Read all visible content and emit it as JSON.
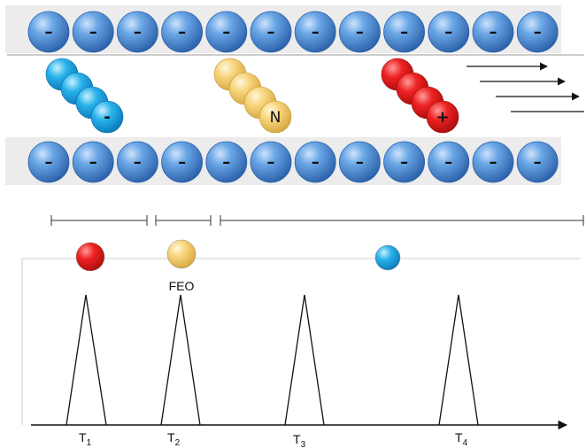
{
  "wall_bead_sign": "–",
  "wall_bead_count": 12,
  "analytes": [
    {
      "name": "negative-analyte",
      "color": "#22a6e4",
      "label": "-"
    },
    {
      "name": "neutral-analyte",
      "color": "#f5cf6e",
      "label": "N"
    },
    {
      "name": "positive-analyte",
      "color": "#e31e1e",
      "label": "+"
    }
  ],
  "elution_markers": [
    {
      "name": "cation-marker",
      "color": "#e31e1e",
      "label": ""
    },
    {
      "name": "feo-marker",
      "color": "#f5cf6e",
      "label": "FEO"
    },
    {
      "name": "anion-marker",
      "color": "#22a6e4",
      "label": ""
    }
  ],
  "peaks": [
    {
      "name": "peak-t1",
      "label": "T",
      "sub": "1"
    },
    {
      "name": "peak-t2",
      "label": "T",
      "sub": "2"
    },
    {
      "name": "peak-t3",
      "label": "T",
      "sub": "3"
    },
    {
      "name": "peak-t4",
      "label": "T",
      "sub": "4"
    }
  ],
  "colors": {
    "wall_bead": "#4a8fd6",
    "wall_bead_dark": "#2a64ad",
    "line": "#222222"
  }
}
